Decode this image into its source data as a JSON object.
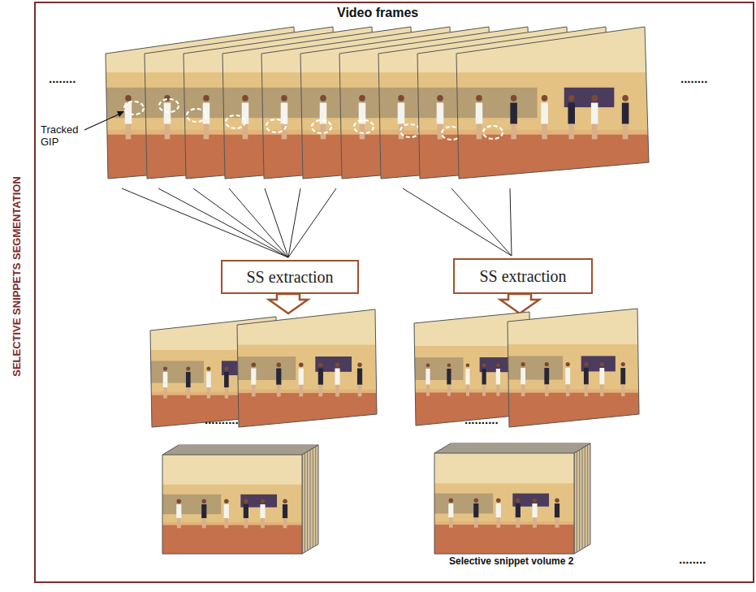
{
  "diagram": {
    "nodes": [
      {
        "text": [
          "SELECTIVE SNIPPETS SEGMENTATION"
        ]
      },
      {
        "text": [
          "SS extraction"
        ],
        "in": 0
      },
      {
        "text": [
          "SS extraction"
        ],
        "in": 0
      }
    ],
    "edges": [],
    "labels": [
      "Video frames",
      "........",
      "........",
      "Tracked GIP",
      "..........",
      "..........",
      "Selective snippet volume 2",
      "........"
    ]
  }
}
